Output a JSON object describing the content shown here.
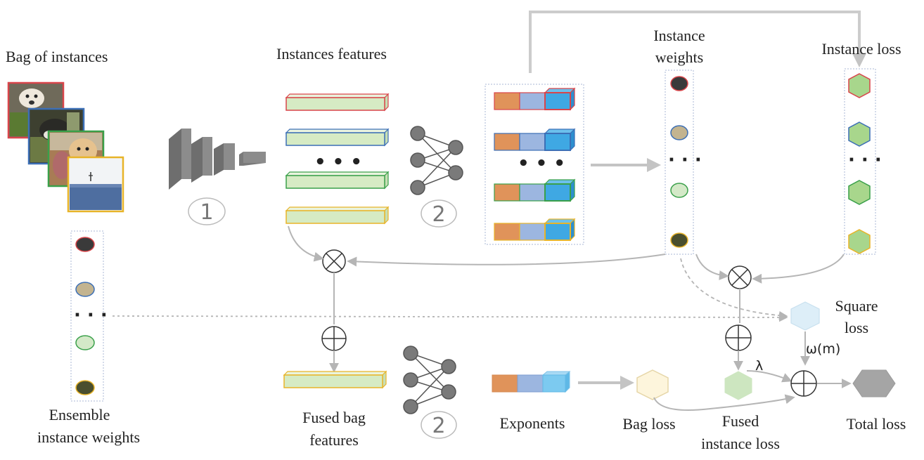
{
  "labels": {
    "bag_of_instances": "Bag of instances",
    "instances_features": "Instances features",
    "instance_weights_1": "Instance",
    "instance_weights_2": "weights",
    "instance_loss": "Instance loss",
    "square_loss_1": "Square",
    "square_loss_2": "loss",
    "omega": "ω(m)",
    "lambda": "λ",
    "ensemble_1": "Ensemble",
    "ensemble_2": "instance weights",
    "fused_bag_1": "Fused bag",
    "fused_bag_2": "features",
    "exponents": "Exponents",
    "bag_loss": "Bag loss",
    "fused_instance_loss_1": "Fused",
    "fused_instance_loss_2": "instance loss",
    "total_loss": "Total loss",
    "step_1": "1",
    "step_2a": "2",
    "step_2b": "2",
    "ellipsis": "• • •",
    "ellipsis_small": "· · ·"
  },
  "colors": {
    "red": "#d9454a",
    "blue": "#3c6fb6",
    "green": "#3aa04a",
    "yellow": "#e8b428",
    "feature_fill": "#d6ebc4",
    "arrow": "#b5b5b5",
    "dark_oval": "#3a3a3a",
    "tan_oval": "#c3b490",
    "light_green_oval": "#d4e9c8",
    "dark_olive_oval": "#4a4f2e",
    "hex_fill": "#a8d68c",
    "square_hex": "#ddeef8",
    "bag_hex": "#fdf5dc",
    "fused_hex": "#cde6c0",
    "total_hex": "#a5a5a5",
    "cube_orange": "#e0935a",
    "cube_lightblue": "#9cb6e0",
    "cube_blue": "#3fa8e3"
  }
}
